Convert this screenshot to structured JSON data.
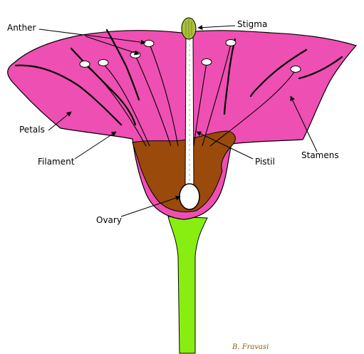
{
  "labels": {
    "anther": "Anther",
    "stigma": "Stigma",
    "petals": "Petals",
    "filament": "Filament",
    "pistil": "Pistil",
    "stamens": "Stamens",
    "ovary": "Ovary"
  },
  "credit": "B. Fravasi",
  "colors": {
    "petal": "#ee4fb2",
    "inner_base": "#9a4a0a",
    "stem": "#88ee11",
    "stigma": "#a9c23a",
    "ovary": "#ffffff",
    "outline": "#000000"
  }
}
